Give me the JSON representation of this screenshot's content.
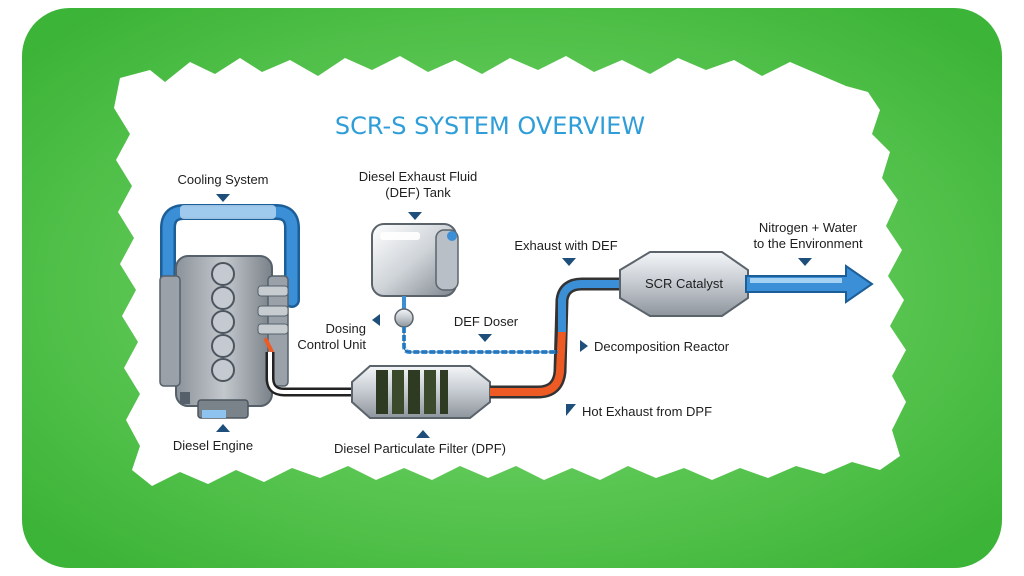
{
  "title": "SCR-S SYSTEM OVERVIEW",
  "labels": {
    "cooling_system": "Cooling System",
    "def_tank_line1": "Diesel Exhaust Fluid",
    "def_tank_line2": "(DEF) Tank",
    "exhaust_with_def": "Exhaust with DEF",
    "nitrogen_line1": "Nitrogen + Water",
    "nitrogen_line2": "to the Environment",
    "scr_catalyst": "SCR Catalyst",
    "dosing_line1": "Dosing",
    "dosing_line2": "Control Unit",
    "def_doser": "DEF Doser",
    "decomposition_reactor": "Decomposition Reactor",
    "hot_exhaust": "Hot Exhaust from DPF",
    "diesel_engine": "Diesel Engine",
    "dpf": "Diesel Particulate Filter (DPF)"
  },
  "colors": {
    "frame_green": "#44bb3d",
    "coolant_blue": "#3a8fd6",
    "hot_orange": "#ee5a24",
    "title_blue": "#2f9ed8",
    "marker_navy": "#1d4f7a"
  }
}
